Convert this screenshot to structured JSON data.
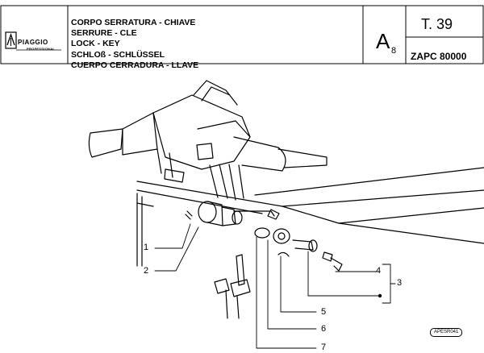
{
  "header": {
    "brand": "PIAGGIO",
    "brand_sub": "PROFESSIONAL",
    "titles": [
      "CORPO SERRATURA - CHIAVE",
      "SERRURE - CLE",
      "LOCK - KEY",
      "SCHLOß - SCHLÜSSEL",
      "CUERPO CERRADURA - LLAVE"
    ],
    "section_letter": "A",
    "section_sub": "8",
    "table_no": "T. 39",
    "model": "ZAPC 80000"
  },
  "callouts": [
    "1",
    "2",
    "4",
    "3",
    "5",
    "6",
    "7"
  ],
  "drawing_code": "APESR041"
}
